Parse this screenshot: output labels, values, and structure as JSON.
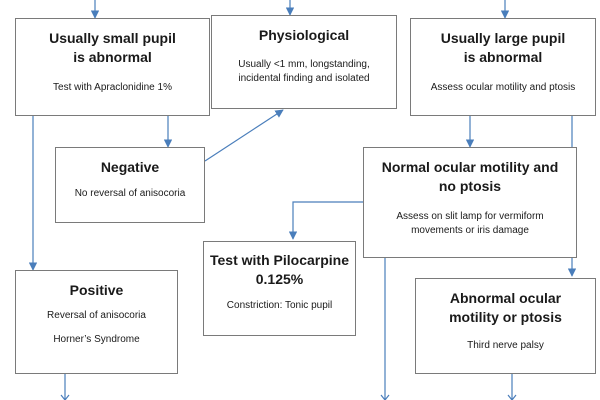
{
  "boxes": {
    "small_pupil": {
      "title": "Usually small pupil is abnormal",
      "body": "Test with Apraclonidine 1%"
    },
    "physiological": {
      "title": "Physiological",
      "body": "Usually <1 mm, longstanding, incidental finding and isolated"
    },
    "large_pupil": {
      "title": "Usually large pupil is abnormal",
      "body": "Assess ocular motility and ptosis"
    },
    "negative": {
      "title": "Negative",
      "body": "No reversal of anisocoria"
    },
    "normal_motility": {
      "title": "Normal ocular motility and no ptosis",
      "body": "Assess on slit lamp for vermiform movements or iris damage"
    },
    "pilocarpine": {
      "title": "Test with Pilocarpine 0.125%",
      "body": "Constriction: Tonic pupil"
    },
    "positive": {
      "title": "Positive",
      "body1": "Reversal of anisocoria",
      "body2": "Horner’s Syndrome"
    },
    "abnormal_motility": {
      "title": "Abnormal ocular motility or ptosis",
      "body": "Third nerve palsy"
    }
  },
  "colors": {
    "arrow": "#4a7ebb",
    "border": "#7a7a7a"
  }
}
